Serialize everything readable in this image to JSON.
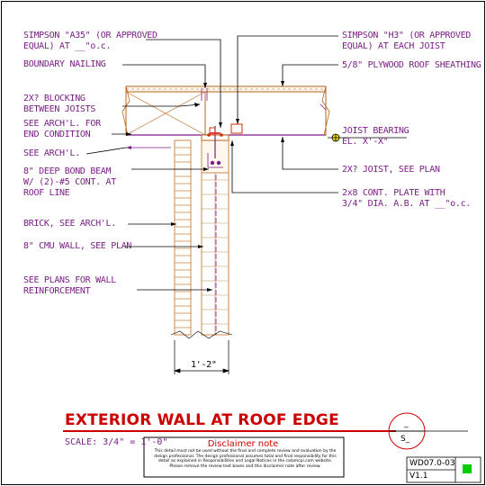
{
  "drawing": {
    "title": "EXTERIOR WALL AT ROOF EDGE",
    "scale": "SCALE: 3/4\" = 1'-0\"",
    "dimension": "1'-2\"",
    "sheet_number": "WD07.0-03",
    "version": "V1.1",
    "bubble_top": "_",
    "bubble_bottom": "S_",
    "status_color": "#00cc00"
  },
  "disclaimer": {
    "title": "Disclaimer note",
    "text": "This detail must not be used without the final and complete review and evaluation by the design professional. The design professional assumes total and final responsibility for this detail as explained in Responsibilities and Legal Notices in the calamcpi.com website. Please remove the review text boxes and this disclaimer note after review."
  },
  "notes_left": [
    {
      "line1": "SIMPSON \"A35\" (OR APPROVED",
      "line2": "EQUAL) AT __\"o.c."
    },
    {
      "line1": "BOUNDARY NAILING"
    },
    {
      "line1": "2X? BLOCKING",
      "line2": "BETWEEN JOISTS"
    },
    {
      "line1": "SEE ARCH'L. FOR",
      "line2": "END CONDITION"
    },
    {
      "line1": "SEE ARCH'L."
    },
    {
      "line1": "8\" DEEP BOND BEAM",
      "line2": "W/ (2)-#5 CONT. AT",
      "line3": "ROOF LINE"
    },
    {
      "line1": "BRICK, SEE ARCH'L."
    },
    {
      "line1": "8\" CMU WALL, SEE PLAN"
    },
    {
      "line1": "SEE PLANS FOR WALL",
      "line2": "REINFORCEMENT"
    }
  ],
  "notes_right": [
    {
      "line1": "SIMPSON \"H3\" (OR APPROVED",
      "line2": "EQUAL) AT EACH JOIST"
    },
    {
      "line1": "5/8\" PLYWOOD ROOF SHEATHING"
    },
    {
      "line1": "JOIST BEARING",
      "line2": "EL. X'-X\""
    },
    {
      "line1": "2X? JOIST, SEE PLAN"
    },
    {
      "line1": "2x8 CONT. PLATE WITH",
      "line2": "3/4\" DIA. A.B. AT __\"o.c."
    }
  ],
  "colors": {
    "annotation": "#7b1f86",
    "title": "#cc0000",
    "wood": "#b8651b",
    "masonry": "#c98a4a"
  }
}
